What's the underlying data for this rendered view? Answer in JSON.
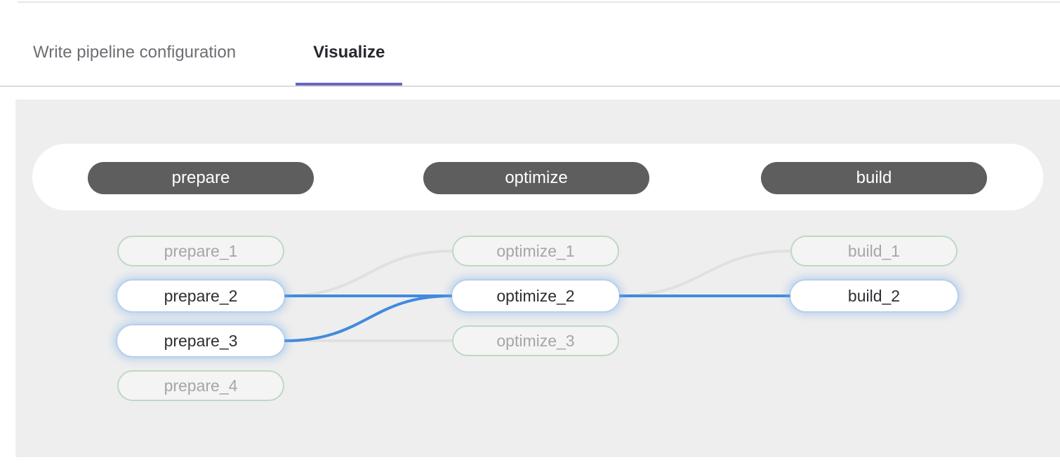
{
  "tabs": {
    "items": [
      {
        "label": "Write pipeline configuration",
        "active": false
      },
      {
        "label": "Visualize",
        "active": true
      }
    ]
  },
  "colors": {
    "tab_active_indicator": "#6666c4",
    "panel_background": "#eeeeee",
    "stage_pill_background": "#5e5e5e",
    "node_inactive_border": "#bbdac3",
    "edge_highlight": "#418ade",
    "edge_dimmed": "#e0e0e0",
    "node_highlight_glow": "#7dafeb"
  },
  "pipeline": {
    "stages": [
      {
        "name": "prepare",
        "jobs": [
          {
            "name": "prepare_1",
            "state": "dimmed"
          },
          {
            "name": "prepare_2",
            "state": "highlighted"
          },
          {
            "name": "prepare_3",
            "state": "highlighted"
          },
          {
            "name": "prepare_4",
            "state": "dimmed"
          }
        ]
      },
      {
        "name": "optimize",
        "jobs": [
          {
            "name": "optimize_1",
            "state": "dimmed"
          },
          {
            "name": "optimize_2",
            "state": "highlighted"
          },
          {
            "name": "optimize_3",
            "state": "dimmed"
          }
        ]
      },
      {
        "name": "build",
        "jobs": [
          {
            "name": "build_1",
            "state": "dimmed"
          },
          {
            "name": "build_2",
            "state": "highlighted"
          }
        ]
      }
    ],
    "links": [
      {
        "from": "prepare_2",
        "to": "optimize_1",
        "state": "dimmed"
      },
      {
        "from": "prepare_3",
        "to": "optimize_3",
        "state": "dimmed"
      },
      {
        "from": "optimize_2",
        "to": "build_1",
        "state": "dimmed"
      },
      {
        "from": "prepare_2",
        "to": "optimize_2",
        "state": "highlighted"
      },
      {
        "from": "prepare_3",
        "to": "optimize_2",
        "state": "highlighted"
      },
      {
        "from": "optimize_2",
        "to": "build_2",
        "state": "highlighted"
      }
    ]
  }
}
